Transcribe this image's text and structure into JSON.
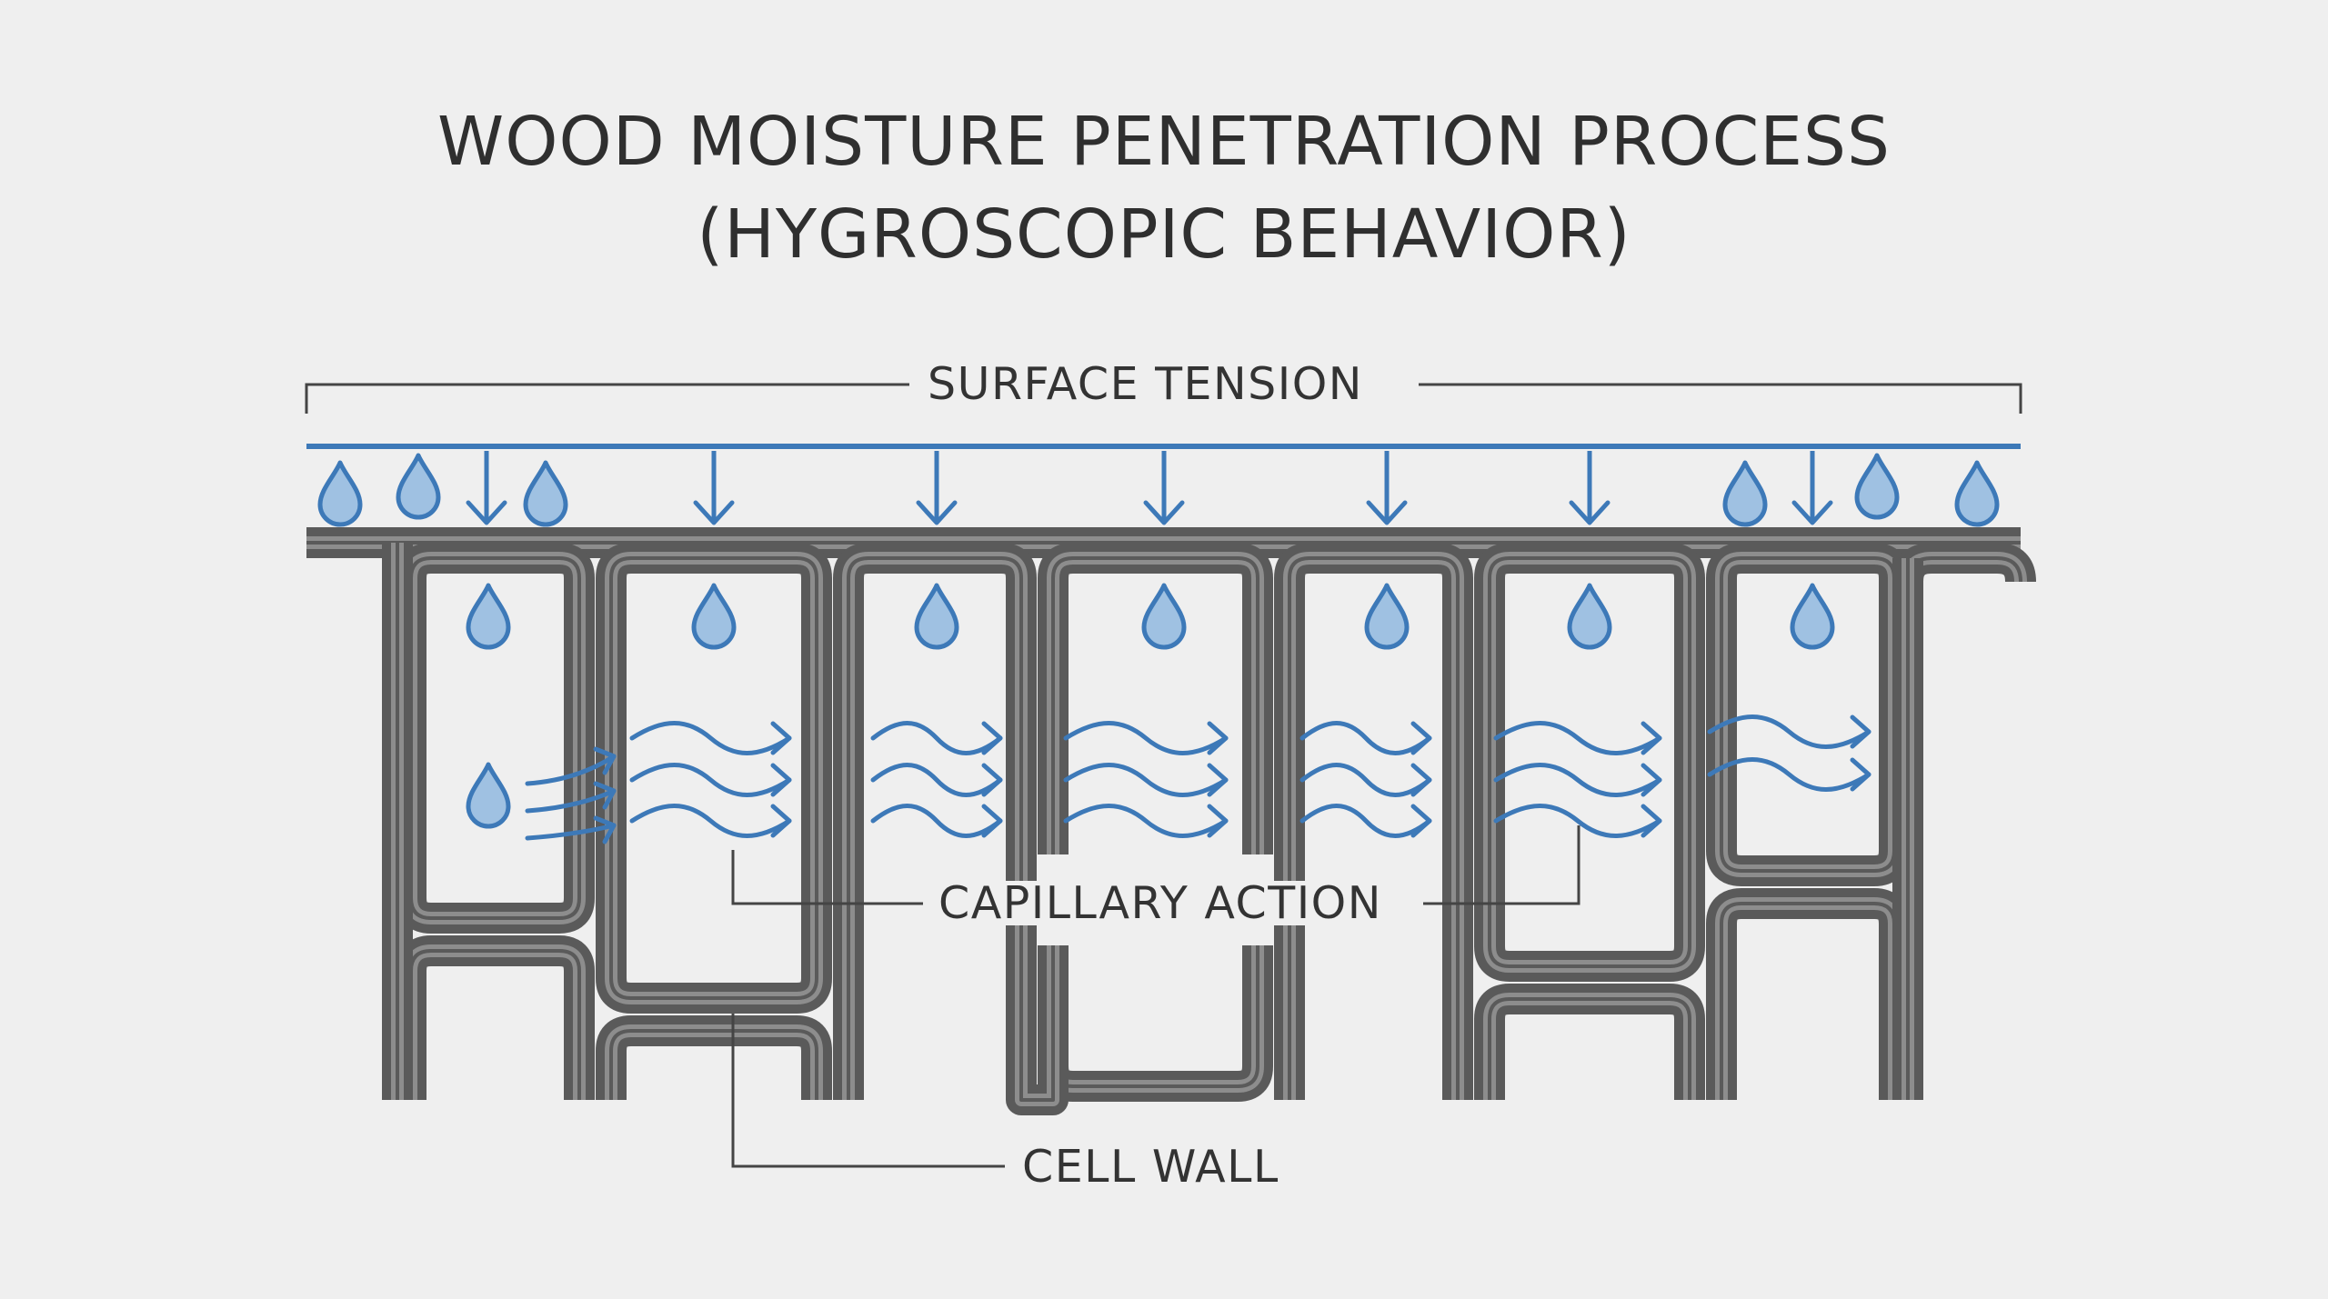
{
  "title": {
    "line1": "WOOD MOISTURE PENETRATION PROCESS",
    "line2": "(HYGROSCOPIC BEHAVIOR)"
  },
  "labels": {
    "surface_tension": "SURFACE TENSION",
    "capillary_action": "CAPILLARY ACTION",
    "cell_wall": "CELL WALL"
  },
  "colors": {
    "background": "#efefef",
    "water": "#3d79b8",
    "drop_fill": "#9fc1e2",
    "cell_wall_outer": "#5a5a5a",
    "cell_wall_inner": "#8d8d8d",
    "line": "#444444"
  },
  "icons": [
    "water-drop-icon",
    "arrow-down-icon",
    "wavy-arrow-icon"
  ]
}
